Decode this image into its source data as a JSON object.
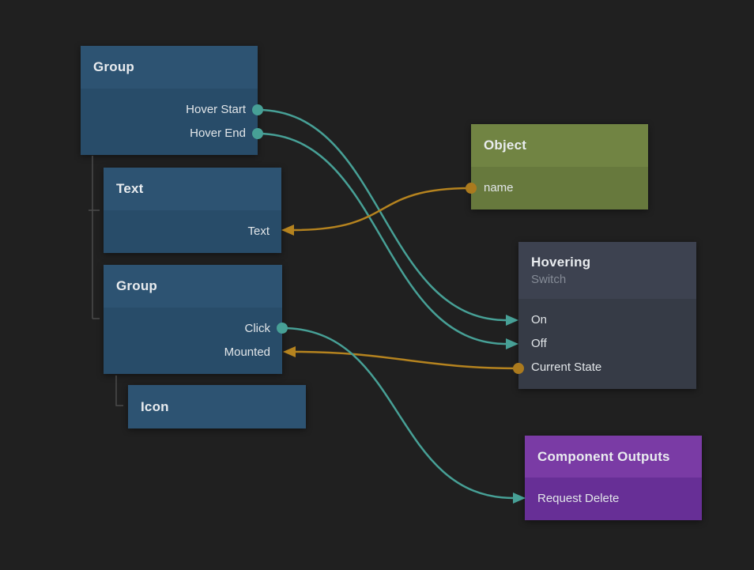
{
  "canvas": {
    "background": "#202020"
  },
  "colors": {
    "event_wire_teal": "#47a096",
    "data_wire_orange": "#b5831f",
    "node_blue_header": "#2d5372",
    "node_blue_body": "#284c69",
    "node_green_header": "#718443",
    "node_green_body": "#67793d",
    "node_slate_header": "#3d4250",
    "node_slate_body": "#363b46",
    "node_purple_header": "#7a3ba5",
    "node_purple_body": "#672f96",
    "tree_line": "#4a4a4a"
  },
  "nodes": {
    "group1": {
      "title": "Group",
      "rows": [
        {
          "label": "Hover Start",
          "port": "output"
        },
        {
          "label": "Hover End",
          "port": "output"
        }
      ]
    },
    "text1": {
      "title": "Text",
      "rows": [
        {
          "label": "Text",
          "port": "input"
        }
      ]
    },
    "group2": {
      "title": "Group",
      "rows": [
        {
          "label": "Click",
          "port": "output"
        },
        {
          "label": "Mounted",
          "port": "input"
        }
      ]
    },
    "icon1": {
      "title": "Icon",
      "rows": []
    },
    "object1": {
      "title": "Object",
      "rows": [
        {
          "label": "name",
          "port": "output"
        }
      ]
    },
    "hovering": {
      "title": "Hovering",
      "subtitle": "Switch",
      "rows": [
        {
          "label": "On",
          "port": "input"
        },
        {
          "label": "Off",
          "port": "input"
        },
        {
          "label": "Current State",
          "port": "output"
        }
      ]
    },
    "component_outputs": {
      "title": "Component Outputs",
      "rows": [
        {
          "label": "Request Delete",
          "port": "input"
        }
      ]
    }
  },
  "hierarchy": [
    {
      "parent": "Group",
      "children": [
        "Text",
        "Group"
      ]
    },
    {
      "parent": "Group (2nd)",
      "children": [
        "Icon"
      ]
    }
  ],
  "edges": [
    {
      "from": "Group.Hover Start",
      "to": "Hovering.On",
      "color": "teal"
    },
    {
      "from": "Group.Hover End",
      "to": "Hovering.Off",
      "color": "teal"
    },
    {
      "from": "Object.name",
      "to": "Text.Text",
      "color": "orange"
    },
    {
      "from": "Hovering.Current State",
      "to": "Group.Mounted",
      "color": "orange"
    },
    {
      "from": "Group.Click",
      "to": "Component Outputs.Request Delete",
      "color": "teal"
    }
  ]
}
